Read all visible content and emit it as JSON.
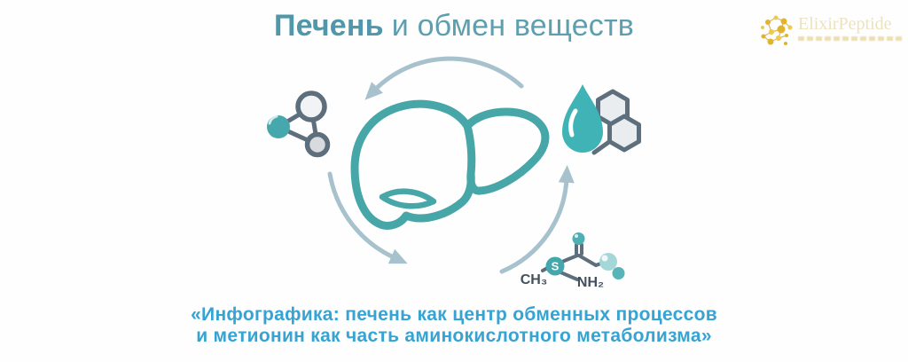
{
  "title": {
    "emphasis": "Печень",
    "rest": "и обмен веществ"
  },
  "logo": {
    "name": "ElixirPeptide"
  },
  "caption": {
    "line1": "«Инфографика: печень как центр обменных процессов",
    "line2": "и метионин как часть аминокислотного метаболизма»"
  },
  "methionine": {
    "s_label": "S",
    "ch3_label": "CH₃",
    "nh2_label": "NH₂"
  },
  "colors": {
    "title_teal": "#579cac",
    "caption_blue": "#36a3d2",
    "liver_teal": "#47a6a7",
    "drop_teal": "#3fb3b5",
    "arrow_gray_blue": "#a7c2cd",
    "outline_slate": "#5d6e7d",
    "hex_fill": "#e9edf0",
    "logo_gold": "#e0b42f"
  }
}
